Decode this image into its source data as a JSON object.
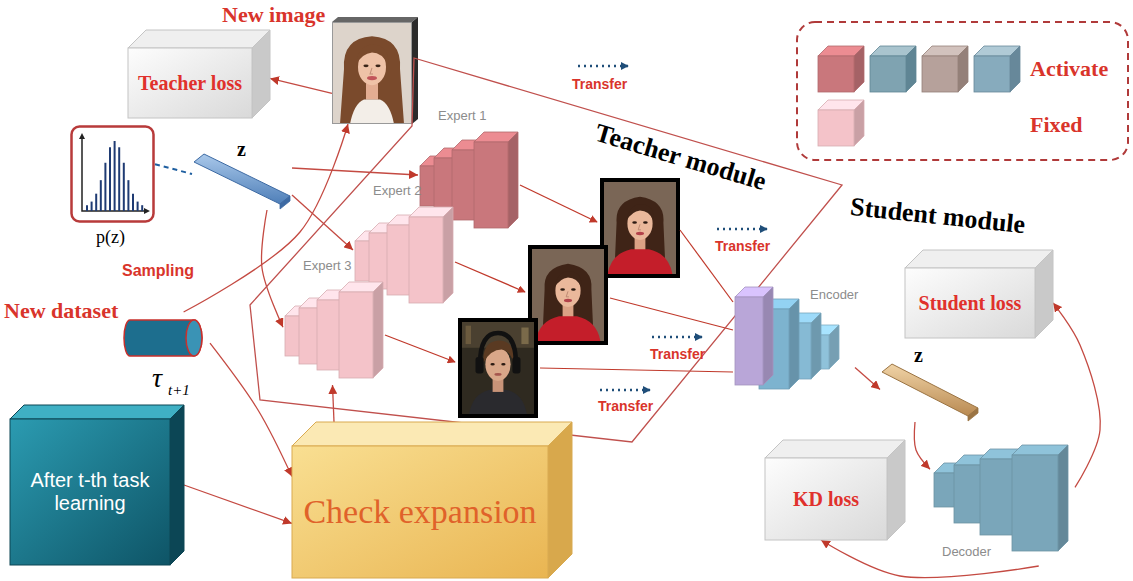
{
  "diagram": {
    "nodes": [
      {
        "text": [
          "New image"
        ]
      },
      {
        "text": [
          "Teacher loss"
        ]
      },
      {
        "text": [
          "p(z)"
        ]
      },
      {
        "text": [
          "z"
        ]
      },
      {
        "text": [
          "New dataset",
          "τ",
          "t+1"
        ]
      },
      {
        "text": [
          "After t-th task learning"
        ]
      },
      {
        "text": [
          "Teacher module"
        ]
      },
      {
        "text": [
          "Expert 1"
        ],
        "in": 6
      },
      {
        "text": [
          "Expert 2"
        ],
        "in": 6
      },
      {
        "text": [
          "Expert 3"
        ],
        "in": 6
      },
      {
        "text": [
          "Check expansion"
        ]
      },
      {
        "text": [
          "Encoder"
        ]
      },
      {
        "text": [
          "z"
        ]
      },
      {
        "text": [
          "Student loss"
        ]
      },
      {
        "text": [
          "Decoder"
        ]
      },
      {
        "text": [
          "KD loss"
        ]
      }
    ],
    "edges": [
      {
        "from": 0,
        "to": 1,
        "arrow": "to"
      },
      {
        "from": 4,
        "to": 0,
        "arrow": "to",
        "label": "Sampling"
      },
      {
        "from": 2,
        "to": 3,
        "arrow": "none"
      },
      {
        "from": 3,
        "to": 7,
        "arrow": "to"
      },
      {
        "from": 3,
        "to": 8,
        "arrow": "to"
      },
      {
        "from": 3,
        "to": 9,
        "arrow": "to"
      },
      {
        "from": 4,
        "to": 10,
        "arrow": "to"
      },
      {
        "from": 5,
        "to": 10,
        "arrow": "to"
      },
      {
        "from": 10,
        "to": 9,
        "arrow": "to"
      },
      {
        "from": 11,
        "to": 12,
        "arrow": "to"
      },
      {
        "from": 12,
        "to": 14,
        "arrow": "to"
      },
      {
        "from": 14,
        "to": 13,
        "arrow": "to"
      },
      {
        "from": 14,
        "to": 15,
        "arrow": "to"
      }
    ],
    "labels": [
      "Transfer",
      "Transfer",
      "Transfer",
      "Transfer",
      "Student module"
    ],
    "legend": [
      {
        "text": "Activate",
        "color": "#c9777c"
      },
      {
        "text": "Fixed",
        "color": "#f4c3c9"
      }
    ]
  }
}
